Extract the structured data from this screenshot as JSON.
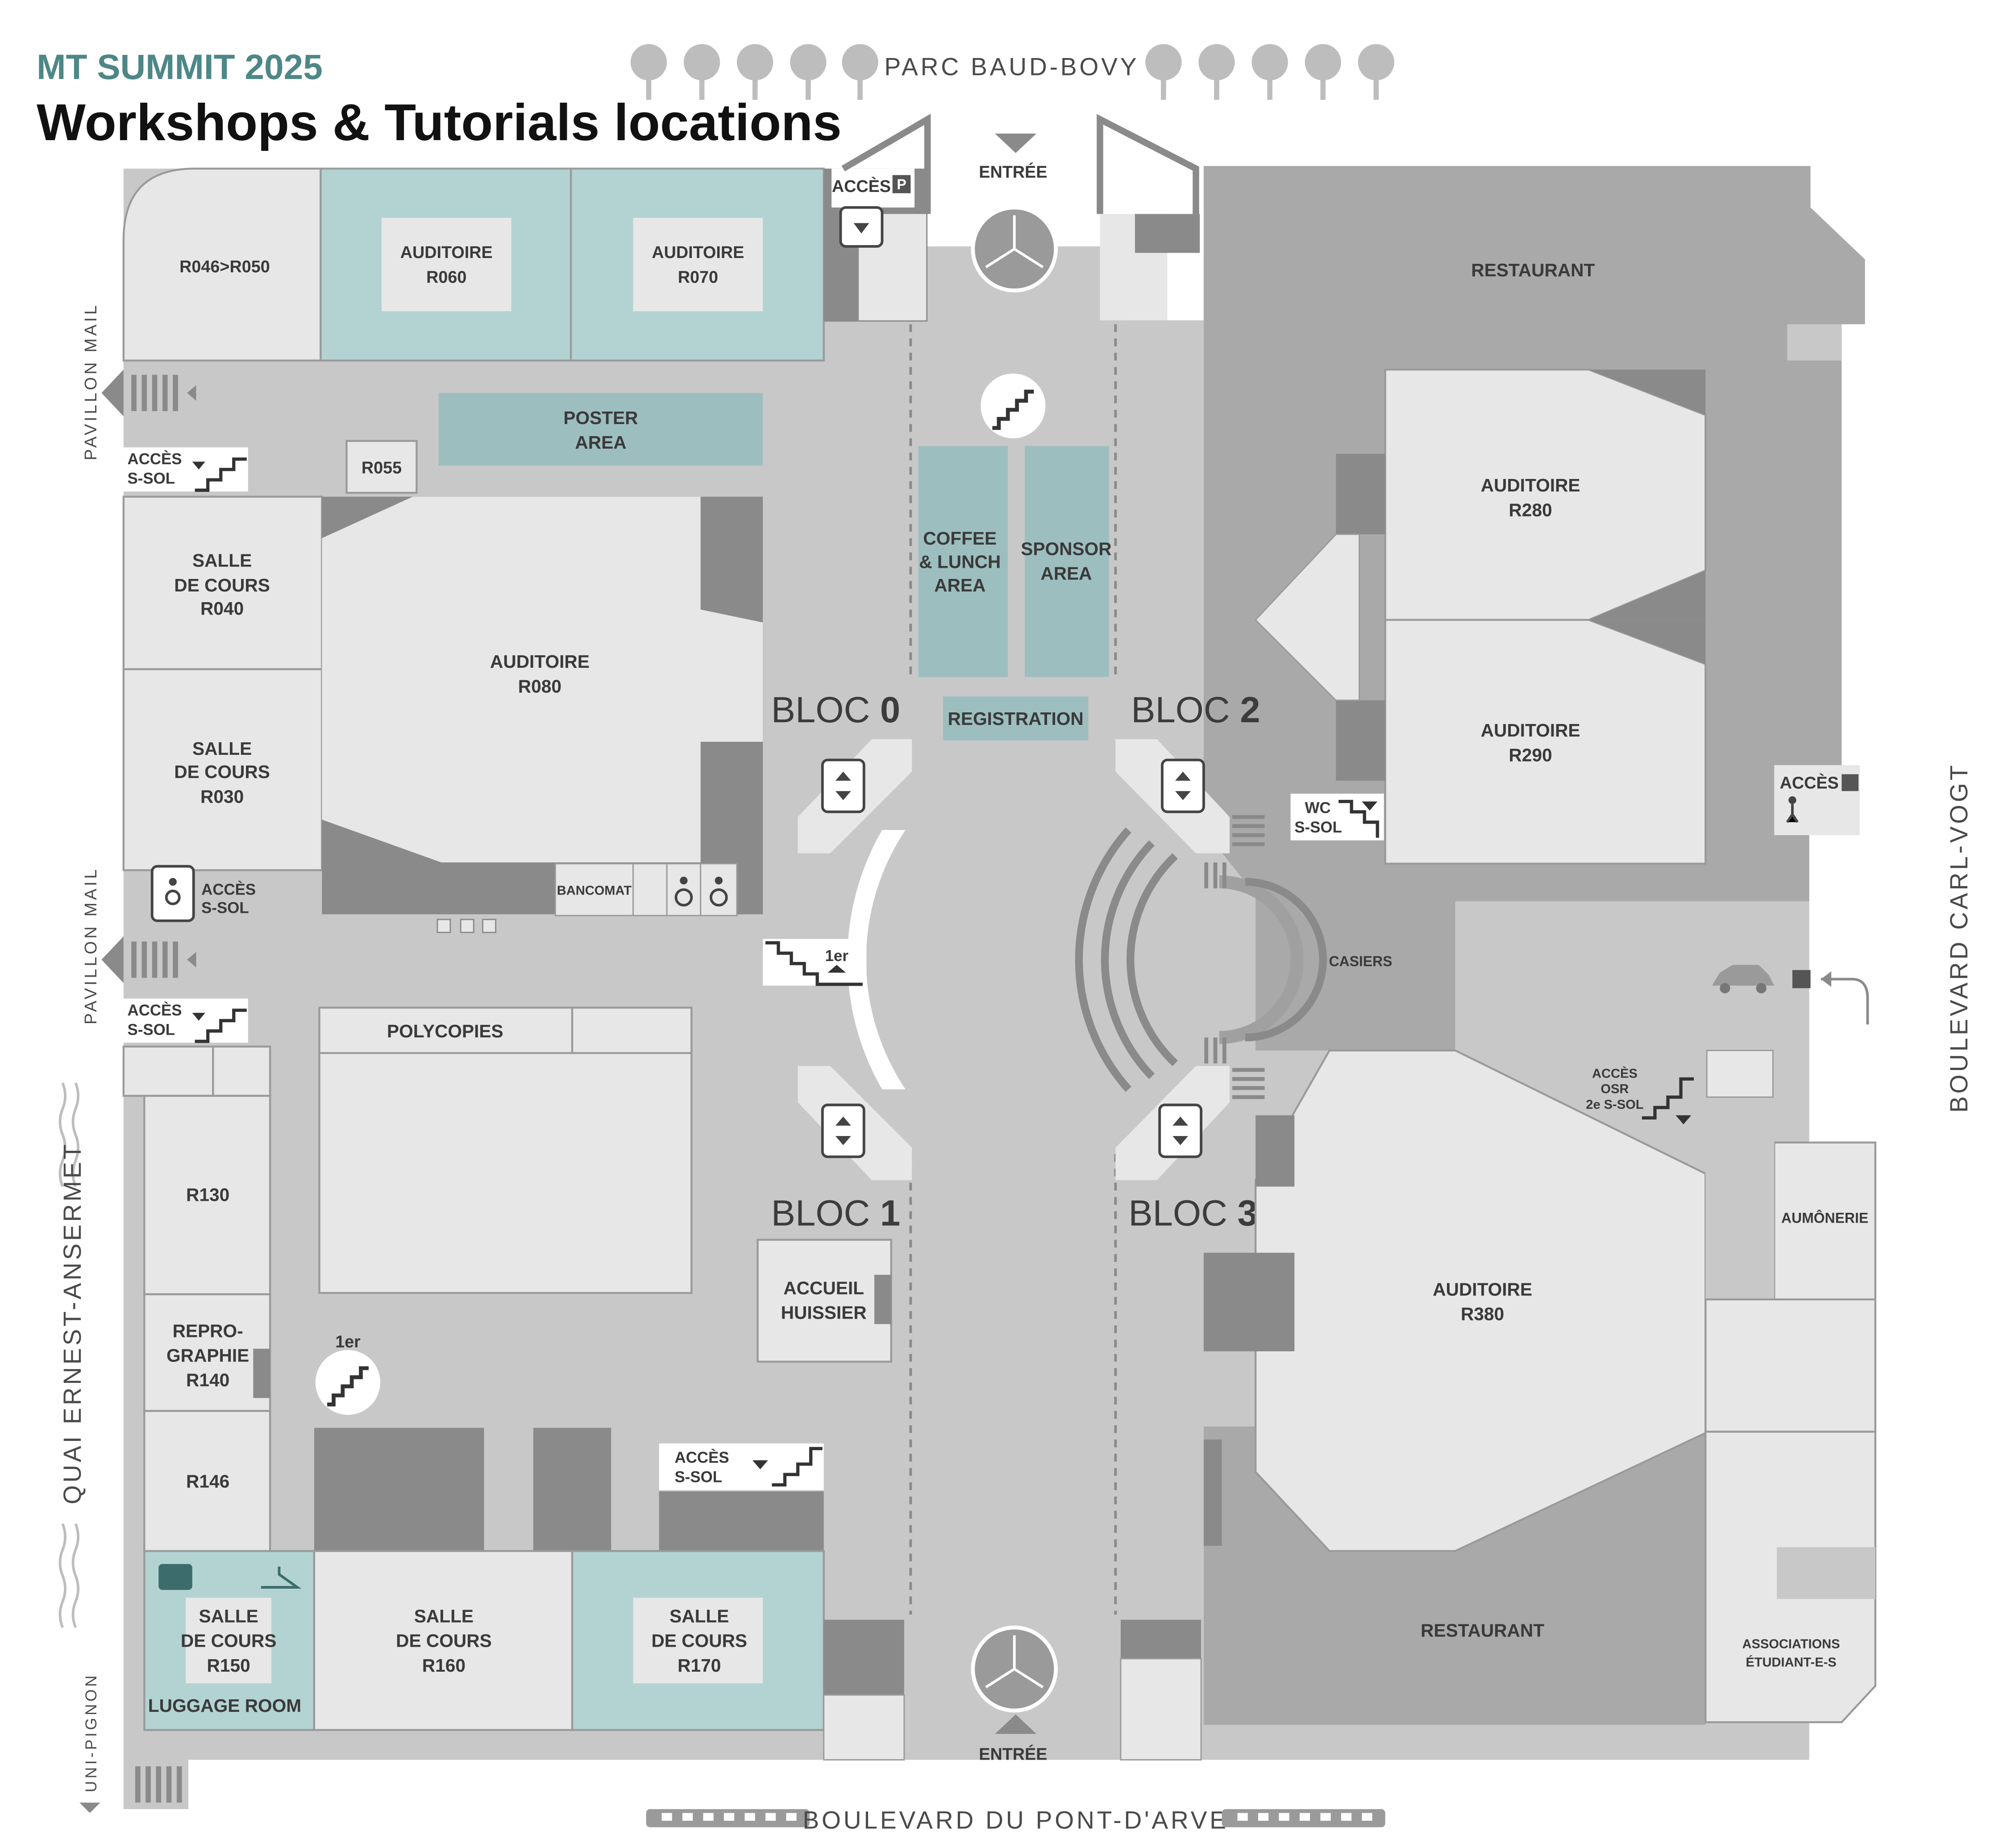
{
  "title": {
    "event": "MT SUMMIT 2025",
    "heading": "Workshops & Tutorials locations"
  },
  "colors": {
    "highlight_room": "#b3d3d3",
    "highlight_area": "#9dbebf",
    "corridor": "#c8c8c8",
    "room": "#e7e7e7",
    "dark_block": "#8a8a8a",
    "restaurant_zone": "#a9a9a9",
    "title_accent": "#4e8787"
  },
  "streets": {
    "top": "PARC BAUD-BOVY",
    "bottom": "BOULEVARD DU PONT-D'ARVE",
    "right": "BOULEVARD  CARL-VOGT",
    "left": "QUAI ERNEST-ANSERMET",
    "left_top": "PAVILLON MAIL",
    "left_mid": "PAVILLON MAIL",
    "left_bottom": "UNI-PIGNON"
  },
  "entrances": {
    "top": "ENTRÉE",
    "bottom": "ENTRÉE"
  },
  "blocs": {
    "b0": {
      "word": "BLOC",
      "num": "0"
    },
    "b1": {
      "word": "BLOC",
      "num": "1"
    },
    "b2": {
      "word": "BLOC",
      "num": "2"
    },
    "b3": {
      "word": "BLOC",
      "num": "3"
    }
  },
  "rooms": {
    "r046": [
      "R046>R050"
    ],
    "r060": [
      "AUDITOIRE",
      "R060"
    ],
    "r070": [
      "AUDITOIRE",
      "R070"
    ],
    "restaurant_top": [
      "RESTAURANT"
    ],
    "poster": [
      "POSTER",
      "AREA"
    ],
    "r055": [
      "R055"
    ],
    "r040": [
      "SALLE",
      "DE COURS",
      "R040"
    ],
    "r030": [
      "SALLE",
      "DE COURS",
      "R030"
    ],
    "r080": [
      "AUDITOIRE",
      "R080"
    ],
    "coffee": [
      "COFFEE",
      "& LUNCH",
      "AREA"
    ],
    "sponsor": [
      "SPONSOR",
      "AREA"
    ],
    "registration": [
      "REGISTRATION"
    ],
    "r280": [
      "AUDITOIRE",
      "R280"
    ],
    "r290": [
      "AUDITOIRE",
      "R290"
    ],
    "casiers": [
      "CASIERS"
    ],
    "polycopies": [
      "POLYCOPIES"
    ],
    "r130": [
      "R130"
    ],
    "r140": [
      "REPRO-",
      "GRAPHIE",
      "R140"
    ],
    "r146": [
      "R146"
    ],
    "accueil": [
      "ACCUEIL",
      "HUISSIER"
    ],
    "r380": [
      "AUDITOIRE",
      "R380"
    ],
    "aumonerie": [
      "AUMÔNERIE"
    ],
    "restaurant_bottom": [
      "RESTAURANT"
    ],
    "associations": [
      "ASSOCIATIONS",
      "ÉTUDIANT-E-S"
    ],
    "r150": [
      "SALLE",
      "DE COURS",
      "R150"
    ],
    "luggage": [
      "LUGGAGE ROOM"
    ],
    "r160": [
      "SALLE",
      "DE COURS",
      "R160"
    ],
    "r170": [
      "SALLE",
      "DE COURS",
      "R170"
    ],
    "bancomat": [
      "BANCOMAT"
    ]
  },
  "signs": {
    "acces_p_top": "ACCÈS",
    "acces_ssol_1": [
      "ACCÈS",
      "S-SOL"
    ],
    "acces_ssol_2": [
      "ACCÈS",
      "S-SOL"
    ],
    "acces_ssol_3": [
      "ACCÈS",
      "S-SOL"
    ],
    "acces_ssol_4": [
      "ACCÈS",
      "S-SOL"
    ],
    "wc_ssol": [
      "WC",
      "S-SOL"
    ],
    "acces_p_right": "ACCÈS",
    "acces_osr": [
      "ACCÈS",
      "OSR",
      "2e S-SOL"
    ],
    "first_floor_1": "1er",
    "first_floor_2": "1er",
    "parking_letter": "P"
  },
  "icons": [
    "tree-icon",
    "elevator-icon",
    "stairs-icon",
    "wheelchair-icon",
    "car-icon",
    "parking-icon",
    "tram-icon",
    "revolving-door-icon",
    "luggage-icon",
    "hanger-icon",
    "arrow-icon",
    "pedestrian-icon"
  ]
}
